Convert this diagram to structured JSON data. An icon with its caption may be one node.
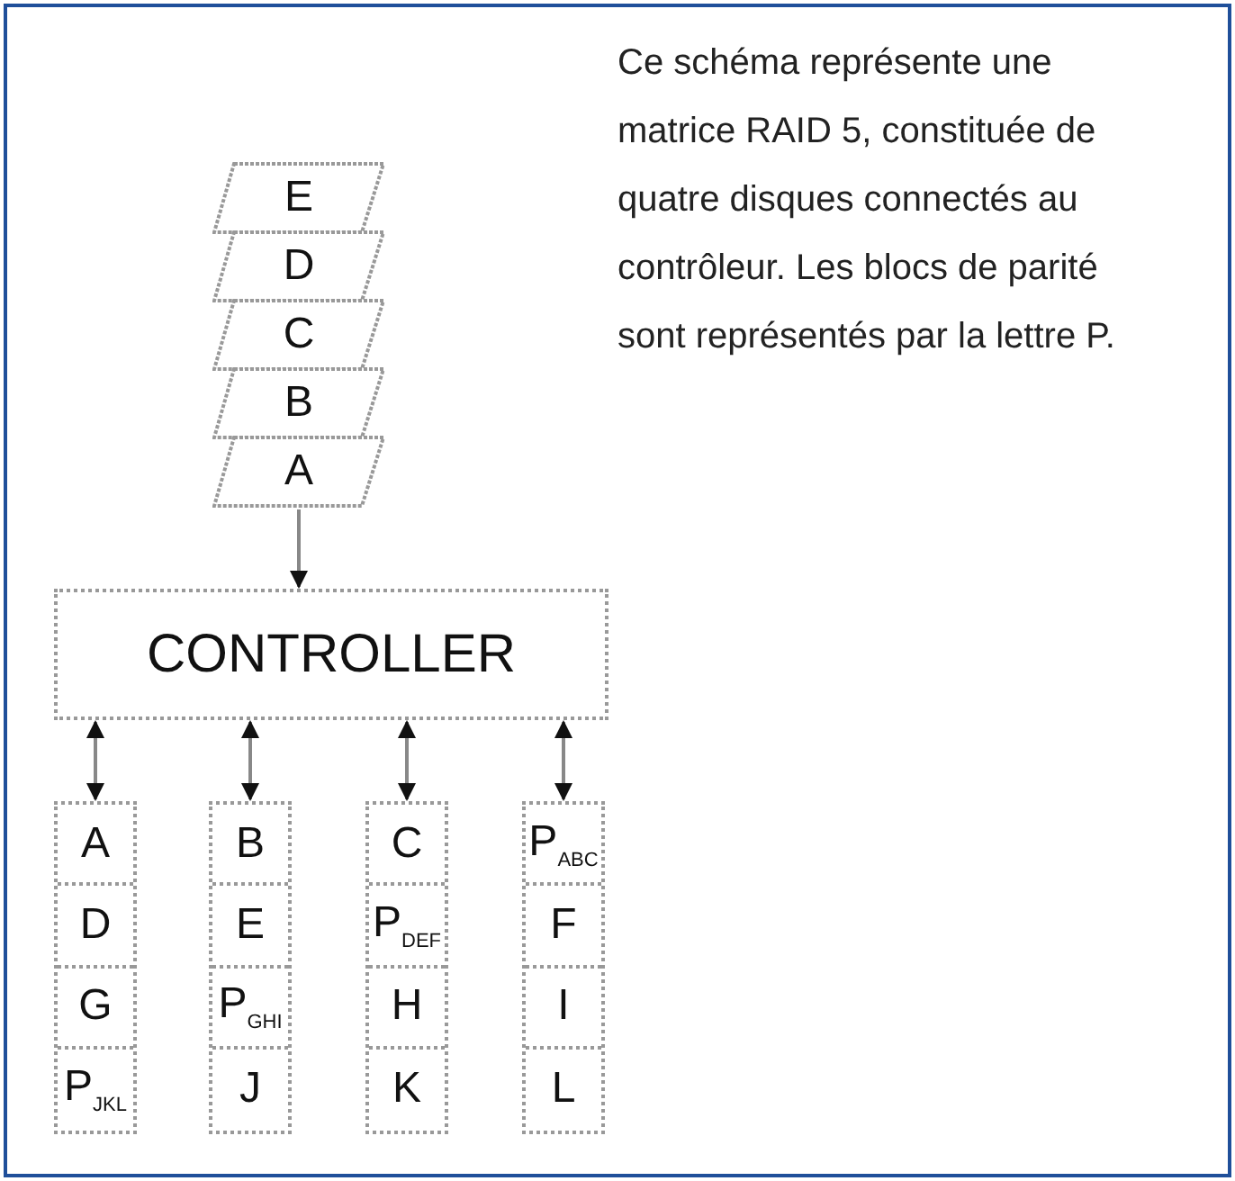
{
  "diagram": {
    "nodes": [
      {
        "text": [
          "E"
        ]
      },
      {
        "text": [
          "D"
        ]
      },
      {
        "text": [
          "C"
        ]
      },
      {
        "text": [
          "B"
        ]
      },
      {
        "text": [
          "A"
        ]
      },
      {
        "text": [
          "CONTROLLER"
        ]
      },
      {
        "text": [],
        "shape": "box"
      },
      {
        "text": [
          "A"
        ],
        "in": 6
      },
      {
        "text": [
          "D"
        ],
        "in": 6
      },
      {
        "text": [
          "G"
        ],
        "in": 6
      },
      {
        "text": [
          "P$_{JKL}$"
        ],
        "in": 6
      },
      {
        "text": [],
        "shape": "box"
      },
      {
        "text": [
          "B"
        ],
        "in": 11
      },
      {
        "text": [
          "E"
        ],
        "in": 11
      },
      {
        "text": [
          "P$_{GHI}$"
        ],
        "in": 11
      },
      {
        "text": [
          "J"
        ],
        "in": 11
      },
      {
        "text": [],
        "shape": "box"
      },
      {
        "text": [
          "C"
        ],
        "in": 16
      },
      {
        "text": [
          "P$_{DEF}$"
        ],
        "in": 16
      },
      {
        "text": [
          "H"
        ],
        "in": 16
      },
      {
        "text": [
          "K"
        ],
        "in": 16
      },
      {
        "text": [],
        "shape": "box"
      },
      {
        "text": [
          "P$_{ABC}$"
        ],
        "in": 21
      },
      {
        "text": [
          "F"
        ],
        "in": 21
      },
      {
        "text": [
          "I"
        ],
        "in": 21
      },
      {
        "text": [
          "L"
        ],
        "in": 21
      }
    ],
    "edges": [
      {
        "from": 4,
        "to": 5,
        "arrow": "to"
      },
      {
        "from": 5,
        "to": 6,
        "arrow": "both"
      },
      {
        "from": 5,
        "to": 11,
        "arrow": "both"
      },
      {
        "from": 5,
        "to": 16,
        "arrow": "both"
      },
      {
        "from": 5,
        "to": 21,
        "arrow": "both"
      }
    ],
    "labels": [
      "Ce schéma représente une matrice RAID 5, constituée de quatre disques connectés au contrôleur. Les blocs de parité sont représentés par la lettre P."
    ]
  }
}
